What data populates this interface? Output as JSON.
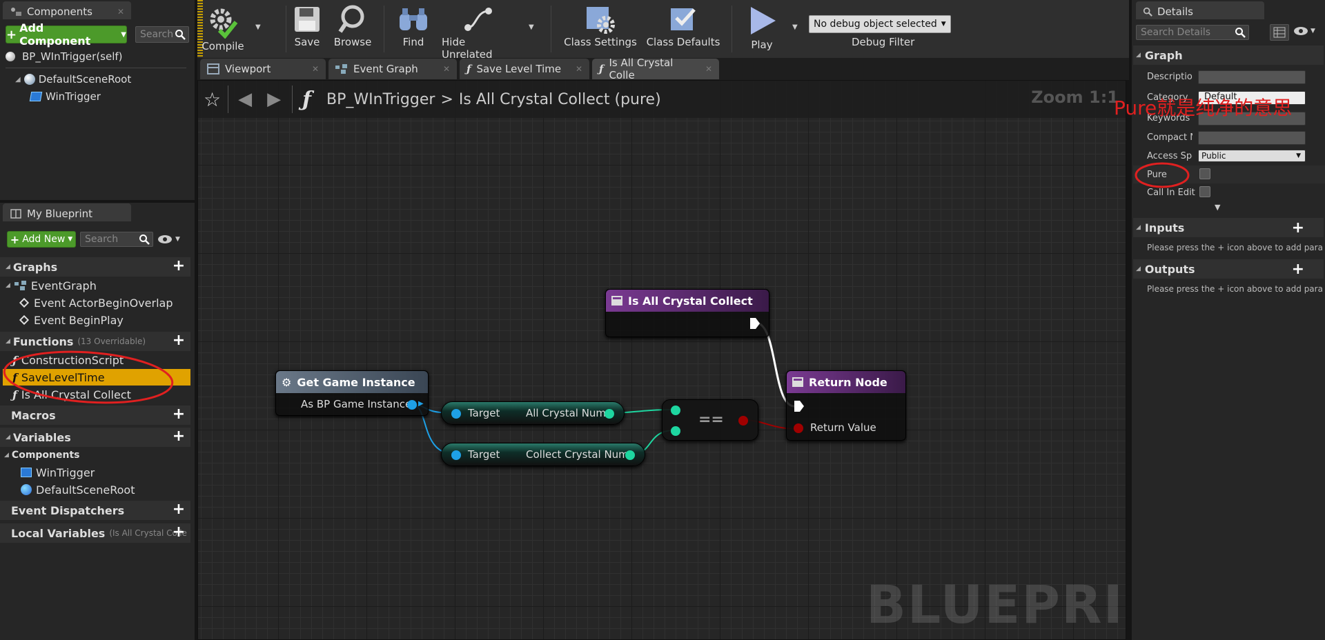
{
  "components": {
    "tab_title": "Components",
    "add_button": "Add Component",
    "search_placeholder": "Search",
    "self_label": "BP_WInTrigger(self)",
    "tree": [
      "DefaultSceneRoot",
      "WinTrigger"
    ]
  },
  "my_blueprint": {
    "tab_title": "My Blueprint",
    "add_button": "Add New",
    "search_placeholder": "Search",
    "graphs_header": "Graphs",
    "graphs": [
      "EventGraph",
      "Event ActorBeginOverlap",
      "Event BeginPlay"
    ],
    "functions_header": "Functions",
    "functions_sub": "(13 Overridable)",
    "functions": [
      "ConstructionScript",
      "SaveLevelTime",
      "Is All Crystal Collect"
    ],
    "macros_header": "Macros",
    "variables_header": "Variables",
    "components_header": "Components",
    "variable_components": [
      "WinTrigger",
      "DefaultSceneRoot"
    ],
    "dispatchers_header": "Event Dispatchers",
    "local_vars_header": "Local Variables",
    "local_vars_sub": "(Is All Crystal Colle"
  },
  "toolbar": {
    "compile": "Compile",
    "save": "Save",
    "browse": "Browse",
    "find": "Find",
    "hide_unrelated": "Hide Unrelated",
    "class_settings": "Class Settings",
    "class_defaults": "Class Defaults",
    "play": "Play",
    "debug_select": "No debug object selected",
    "debug_filter": "Debug Filter"
  },
  "graph_tabs": [
    "Viewport",
    "Event Graph",
    "Save Level Time",
    "Is All Crystal Colle"
  ],
  "breadcrumb": {
    "blueprint": "BP_WInTrigger",
    "separator": ">",
    "function": "Is All Crystal Collect (pure)",
    "zoom": "Zoom 1:1"
  },
  "nodes": {
    "entry_title": "Is All Crystal Collect",
    "get_game_instance_title": "Get Game Instance",
    "get_game_instance_pin": "As BP Game Instance",
    "all_crystal_target": "Target",
    "all_crystal_value": "All Crystal Num",
    "collect_crystal_target": "Target",
    "collect_crystal_value": "Collect Crystal Num",
    "equals_label": "==",
    "return_title": "Return Node",
    "return_value": "Return Value"
  },
  "watermark": "BLUEPRINT",
  "details": {
    "tab_title": "Details",
    "search_placeholder": "Search Details",
    "graph_header": "Graph",
    "rows": {
      "description": "Description",
      "category": "Category",
      "category_value": "Default",
      "keywords": "Keywords",
      "compact": "Compact No",
      "access": "Access Spe",
      "access_value": "Public",
      "pure": "Pure",
      "call_in_editor": "Call In Edito"
    },
    "inputs_header": "Inputs",
    "inputs_hint": "Please press the + icon above to add para",
    "outputs_header": "Outputs",
    "outputs_hint": "Please press the + icon above to add para",
    "annotation": "Pure就是纯净的意思"
  },
  "colors": {
    "pure_header": "#5a2a6e",
    "object_pin": "#1ea0e6",
    "int_pin": "#1ed6a0",
    "bool_pin": "#a00000",
    "selected": "#e0a200",
    "annotation": "#e02020"
  }
}
